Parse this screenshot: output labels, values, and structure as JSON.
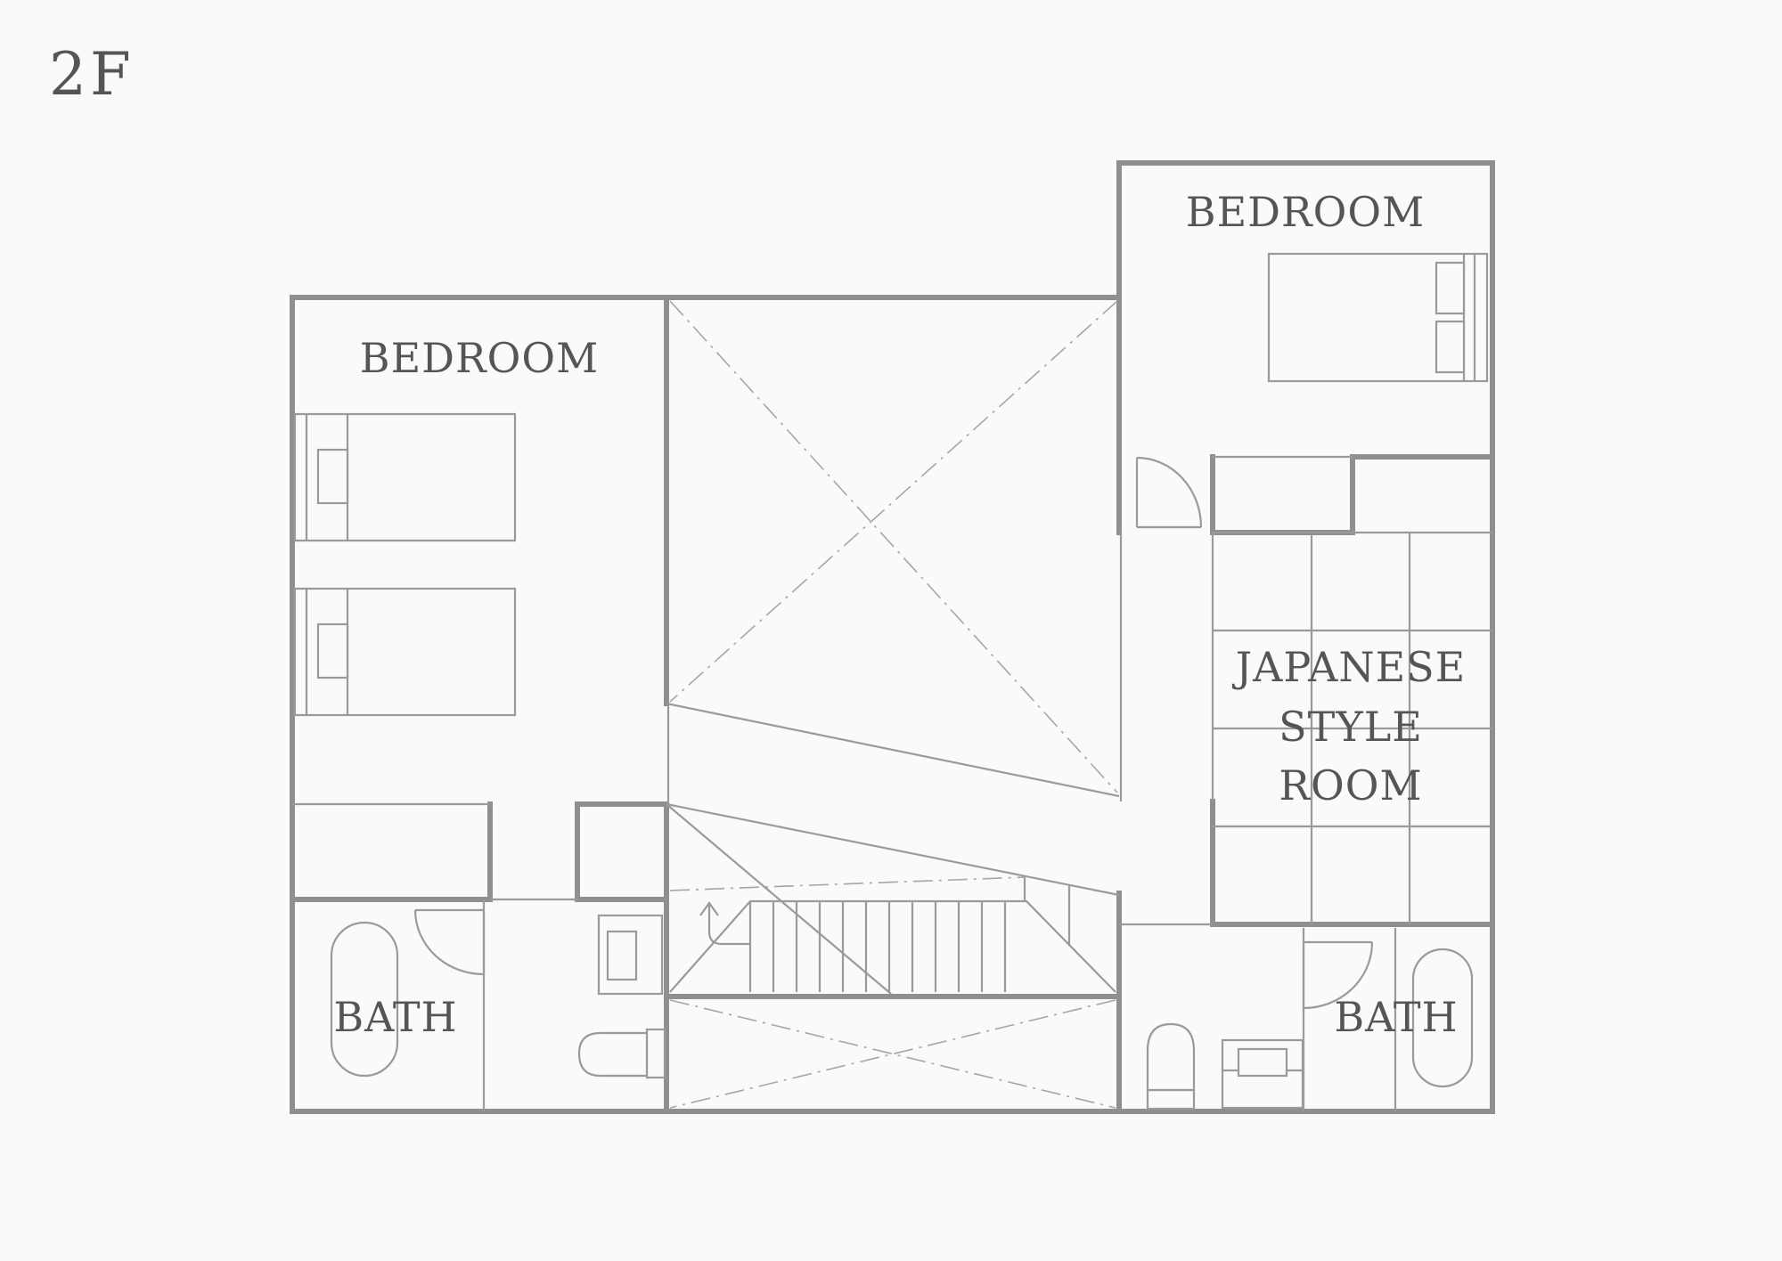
{
  "floor": "2F",
  "rooms": {
    "bedroom_left": "BEDROOM",
    "bedroom_right": "BEDROOM",
    "japanese_room": [
      "JAPANESE",
      "STYLE",
      "ROOM"
    ],
    "bath_left": "BATH",
    "bath_right": "BATH"
  },
  "colors": {
    "background": "#fafafa",
    "line": "#8f8f8f",
    "text": "#555555"
  }
}
